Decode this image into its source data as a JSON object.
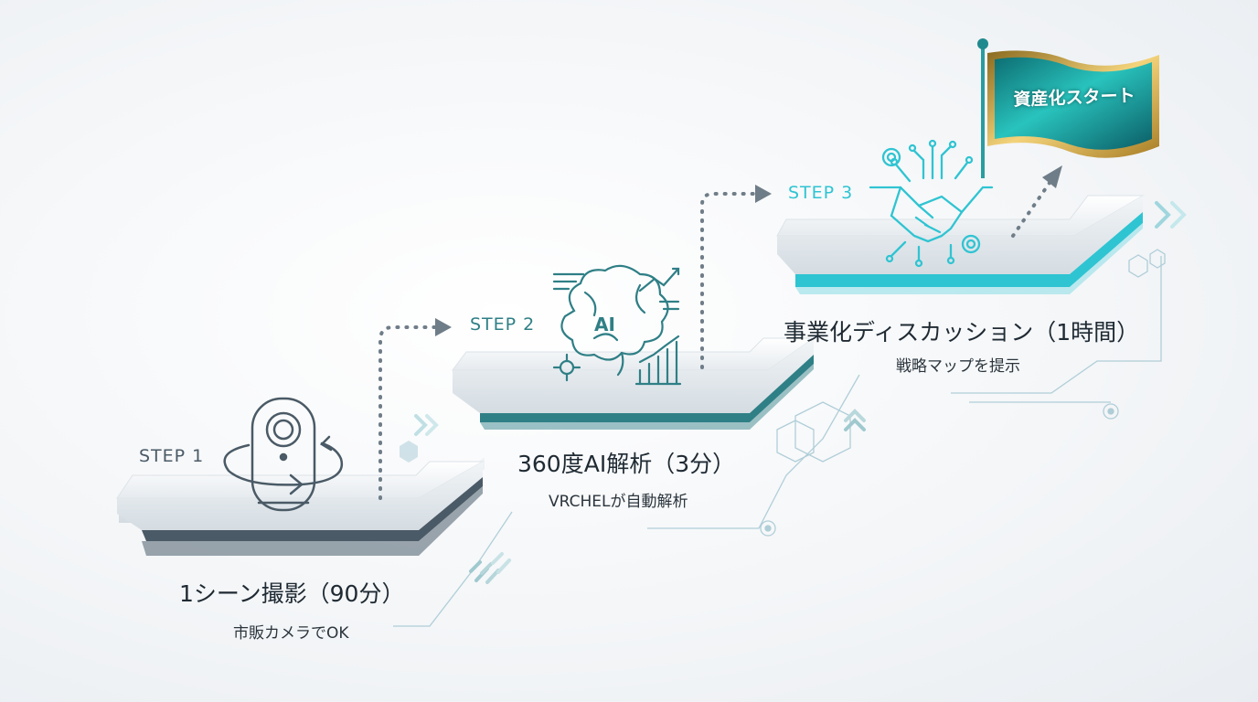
{
  "steps": [
    {
      "label": "STEP 1",
      "title": "1シーン撮影（90分）",
      "description": "市販カメラでOK",
      "icon": "camera-360-icon"
    },
    {
      "label": "STEP 2",
      "title": "360度AI解析（3分）",
      "description": "VRCHELが自動解析",
      "icon": "ai-brain-icon"
    },
    {
      "label": "STEP 3",
      "title": "事業化ディスカッション（1時間）",
      "description": "戦略マップを提示",
      "icon": "handshake-icon"
    }
  ],
  "goal": {
    "label": "資産化スタート",
    "icon": "flag-icon"
  },
  "colors": {
    "step1": "#4a5a66",
    "step2": "#2f7f86",
    "step3": "#2fc4d2",
    "goal_flag": "#1aa7a3",
    "gold_border": "#c9a03a"
  }
}
